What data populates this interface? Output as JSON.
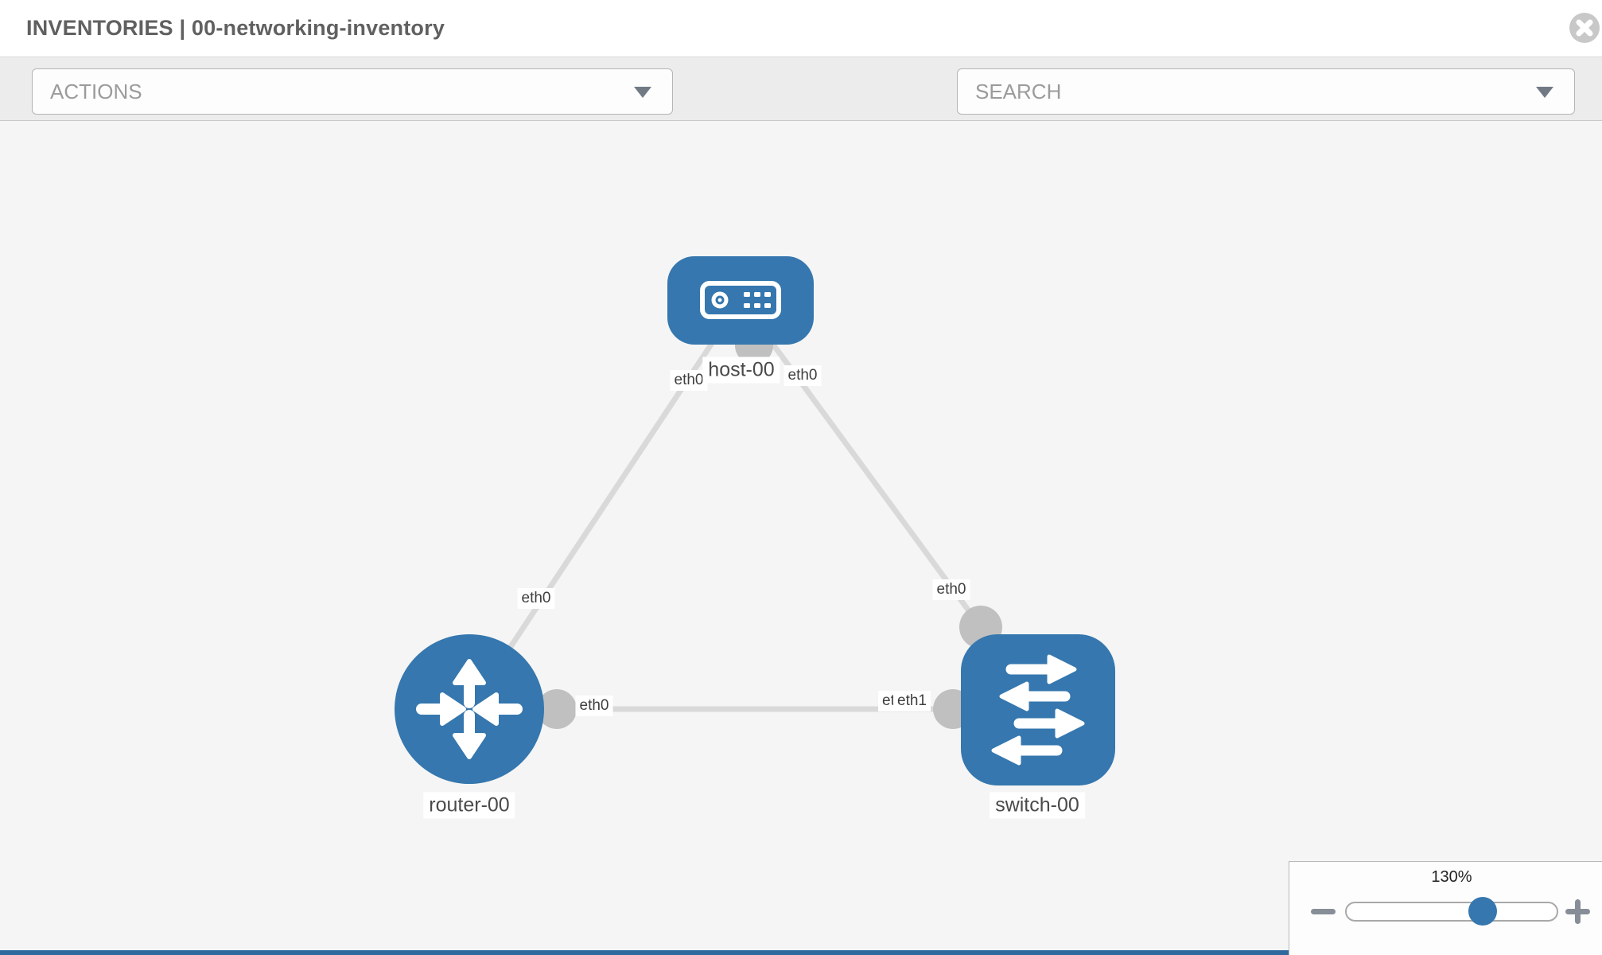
{
  "header": {
    "title": "INVENTORIES | 00-networking-inventory"
  },
  "toolbar": {
    "actions_label": "ACTIONS",
    "search_placeholder": "SEARCH"
  },
  "topology": {
    "nodes": [
      {
        "id": "host-00",
        "type": "host",
        "label": "host-00"
      },
      {
        "id": "router-00",
        "type": "router",
        "label": "router-00"
      },
      {
        "id": "switch-00",
        "type": "switch",
        "label": "switch-00"
      }
    ],
    "edges": [
      {
        "from": "host-00",
        "from_interface": "eth0",
        "to": "router-00",
        "to_interface": "eth0"
      },
      {
        "from": "host-00",
        "from_interface": "eth0",
        "to": "switch-00",
        "to_interface": "eth0"
      },
      {
        "from": "router-00",
        "from_interface": "eth0",
        "to": "switch-00",
        "to_interface": "eth1"
      }
    ],
    "overlapped_label": "eth0"
  },
  "zoom_control": {
    "level": "130%"
  },
  "colors": {
    "node_blue": "#3577ae",
    "edge_gray": "#d9d9d9",
    "interface_gray": "#c0c0c0",
    "canvas_bg": "#f5f5f5",
    "toolbar_bg": "#ececec",
    "bottom_bar_blue": "#2f6a9e"
  }
}
